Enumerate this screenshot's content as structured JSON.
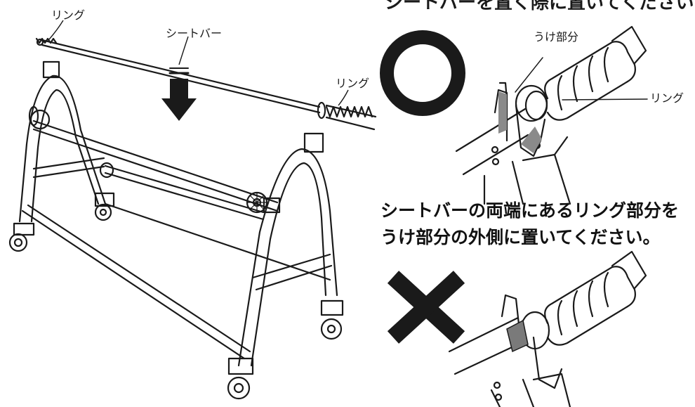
{
  "header": {
    "text": "シートバーを置く際に置いてください"
  },
  "rack_figure": {
    "ring_label_left": "リング",
    "sheet_bar_label": "シートバー",
    "ring_label_right": "リング"
  },
  "correct_panel": {
    "symbol": "circle-mark",
    "receiver_label": "うけ部分",
    "ring_label": "リング"
  },
  "instruction": {
    "line1": "シートバーの両端にあるリング部分を",
    "line2": "うけ部分の外側に置いてください。"
  },
  "incorrect_panel": {
    "symbol": "cross-mark"
  }
}
